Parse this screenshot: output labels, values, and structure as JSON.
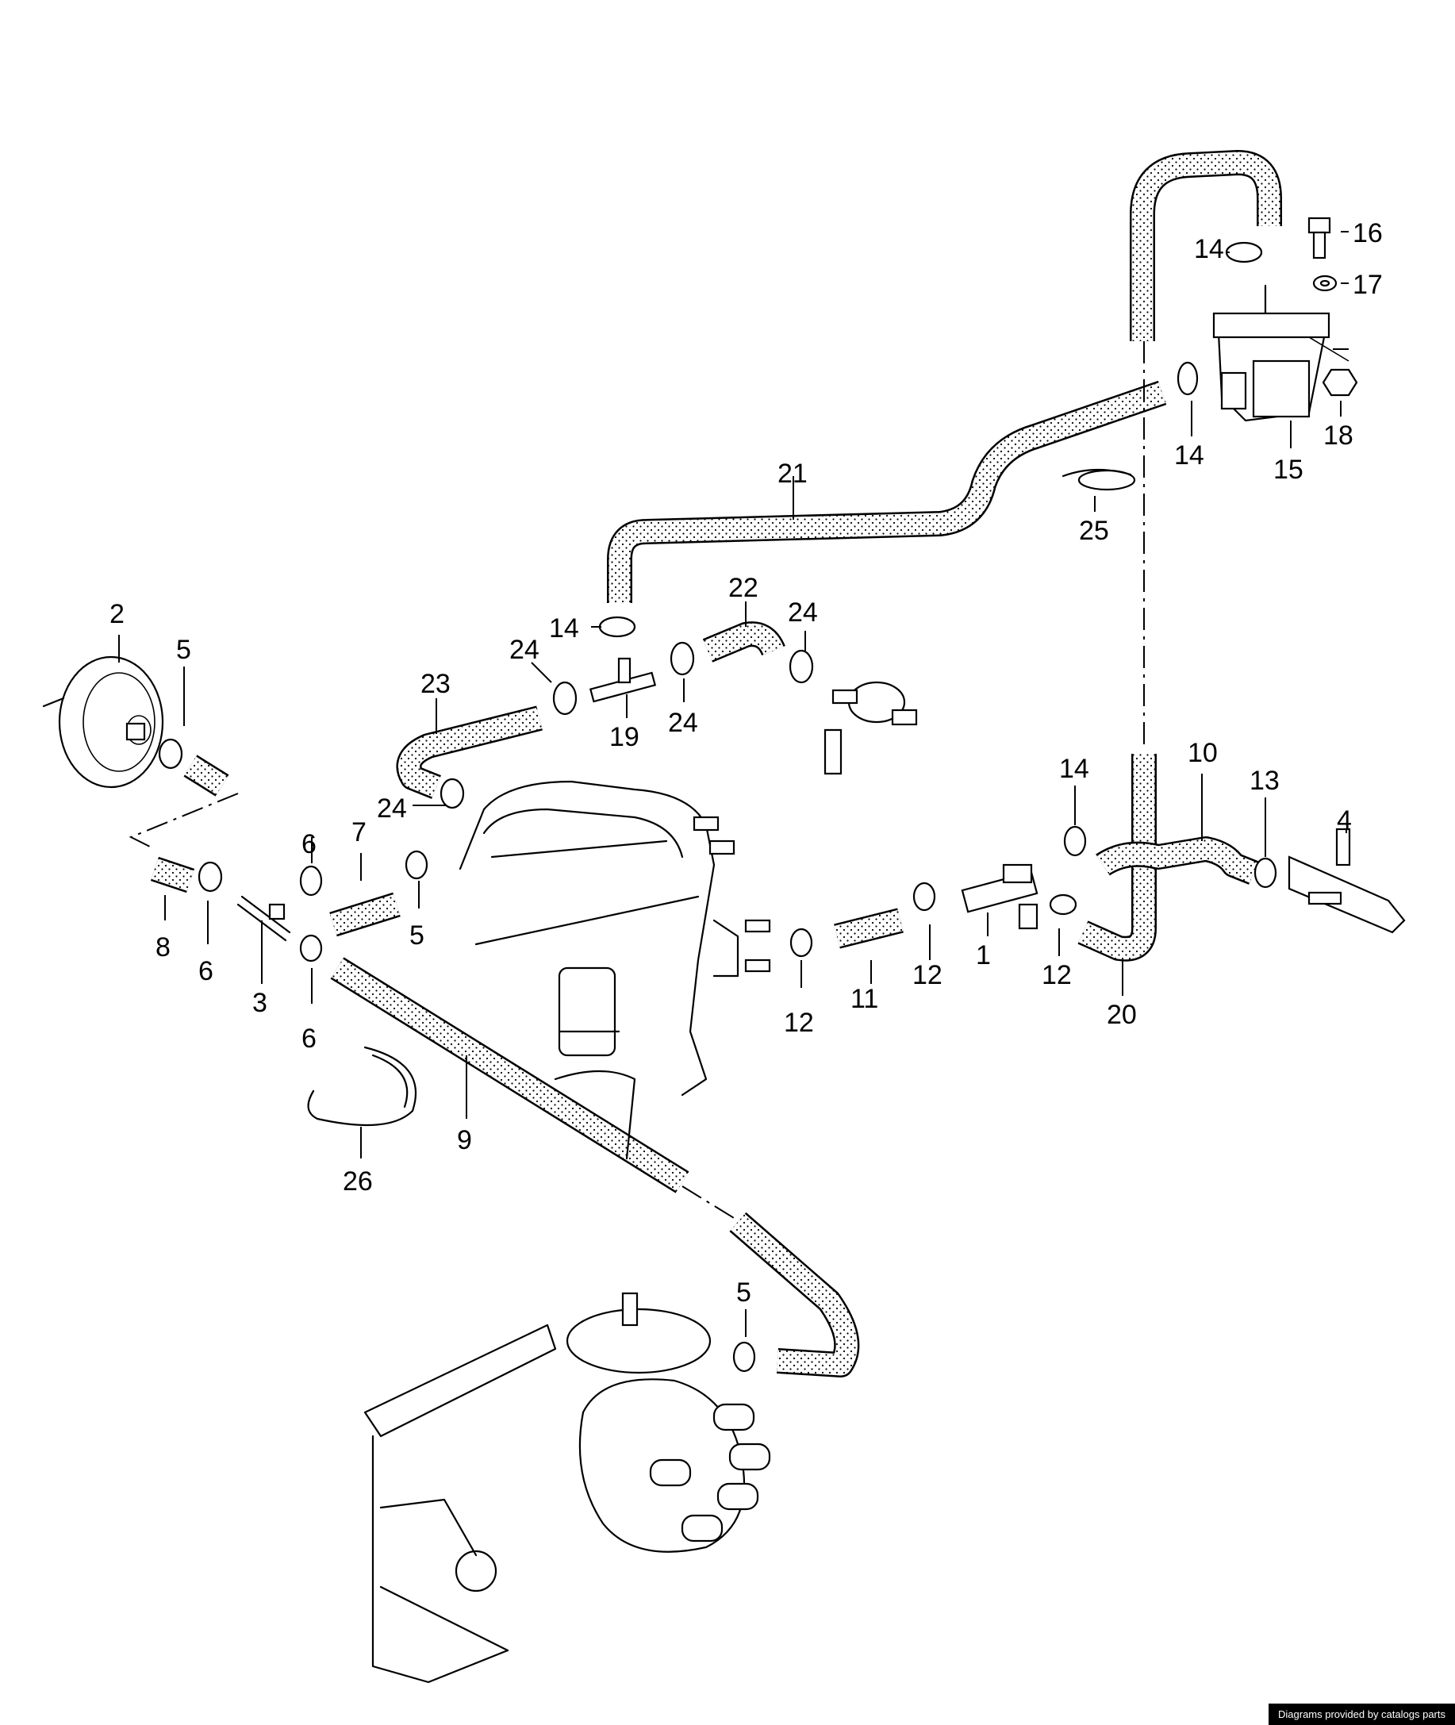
{
  "callouts": {
    "c1": "1",
    "c2": "2",
    "c3": "3",
    "c4": "4",
    "c5a": "5",
    "c5b": "5",
    "c5c": "5",
    "c6a": "6",
    "c6b": "6",
    "c6c": "6",
    "c7": "7",
    "c8": "8",
    "c9": "9",
    "c10": "10",
    "c11": "11",
    "c12a": "12",
    "c12b": "12",
    "c12c": "12",
    "c13": "13",
    "c14a": "14",
    "c14b": "14",
    "c14c": "14",
    "c14d": "14",
    "c15": "15",
    "c16": "16",
    "c17": "17",
    "c18": "18",
    "c19": "19",
    "c20": "20",
    "c21": "21",
    "c22": "22",
    "c23": "23",
    "c24a": "24",
    "c24b": "24",
    "c24c": "24",
    "c24d": "24",
    "c25": "25",
    "c26": "26"
  },
  "credit": "Diagrams provided by catalogs parts"
}
